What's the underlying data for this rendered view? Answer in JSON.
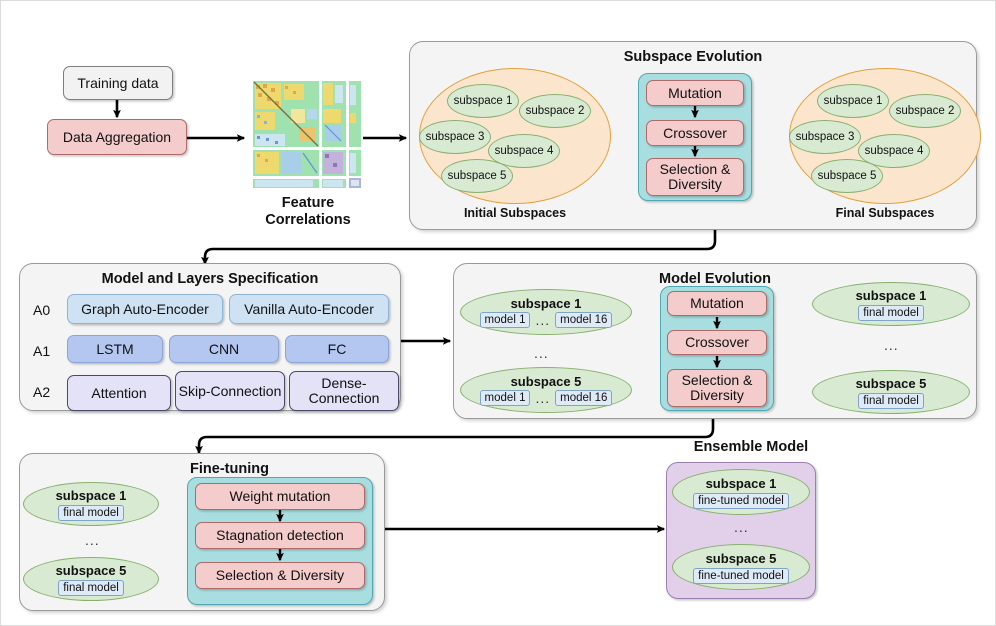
{
  "flow": {
    "training_data": "Training data",
    "data_aggregation": "Data Aggregation",
    "feature_correlations_line1": "Feature",
    "feature_correlations_line2": "Correlations"
  },
  "subspace_evolution": {
    "title": "Subspace Evolution",
    "initial_caption": "Initial Subspaces",
    "final_caption": "Final Subspaces",
    "initial_items": [
      "subspace 1",
      "subspace 2",
      "subspace 3",
      "subspace 4",
      "subspace 5"
    ],
    "final_items": [
      "subspace 1",
      "subspace 2",
      "subspace 3",
      "subspace 4",
      "subspace 5"
    ],
    "ops": [
      "Mutation",
      "Crossover",
      "Selection & Diversity"
    ]
  },
  "model_layers": {
    "title": "Model and Layers Specification",
    "rows": [
      {
        "label": "A0",
        "items": [
          "Graph Auto-Encoder",
          "Vanilla Auto-Encoder"
        ]
      },
      {
        "label": "A1",
        "items": [
          "LSTM",
          "CNN",
          "FC"
        ]
      },
      {
        "label": "A2",
        "items": [
          "Attention",
          "Skip-Connection",
          "Dense-Connection"
        ]
      }
    ]
  },
  "model_evolution": {
    "title": "Model Evolution",
    "ops": [
      "Mutation",
      "Crossover",
      "Selection & Diversity"
    ],
    "inputs": [
      {
        "name": "subspace 1",
        "first": "model 1",
        "sep": "...",
        "last": "model 16"
      },
      {
        "name": "subspace 5",
        "first": "model 1",
        "sep": "...",
        "last": "model 16"
      }
    ],
    "outputs": [
      {
        "name": "subspace 1",
        "model": "final model"
      },
      {
        "name": "subspace 5",
        "model": "final model"
      }
    ],
    "ellipsis": "..."
  },
  "fine_tuning": {
    "title": "Fine-tuning",
    "ops": [
      "Weight mutation",
      "Stagnation detection",
      "Selection & Diversity"
    ],
    "inputs": [
      {
        "name": "subspace 1",
        "model": "final model"
      },
      {
        "name": "subspace 5",
        "model": "final model"
      }
    ],
    "ellipsis": "..."
  },
  "ensemble": {
    "title": "Ensemble Model",
    "items": [
      {
        "name": "subspace 1",
        "model": "fine-tuned model"
      },
      {
        "name": "subspace 5",
        "model": "fine-tuned model"
      }
    ],
    "ellipsis": "..."
  },
  "colors": {
    "pink": "#f4cccc",
    "cyan": "#a9dee1",
    "orange_fill": "#fce5cd",
    "orange_stroke": "#e1a13c",
    "green_fill": "#d9ead3",
    "green_stroke": "#87b06d",
    "purple": "#e2d0ea",
    "blue_light": "#cfe2f3",
    "blue_med": "#b4c7f0",
    "lavender": "#e4e2f7",
    "panel": "#f4f4f4",
    "arrow": "#000000"
  }
}
